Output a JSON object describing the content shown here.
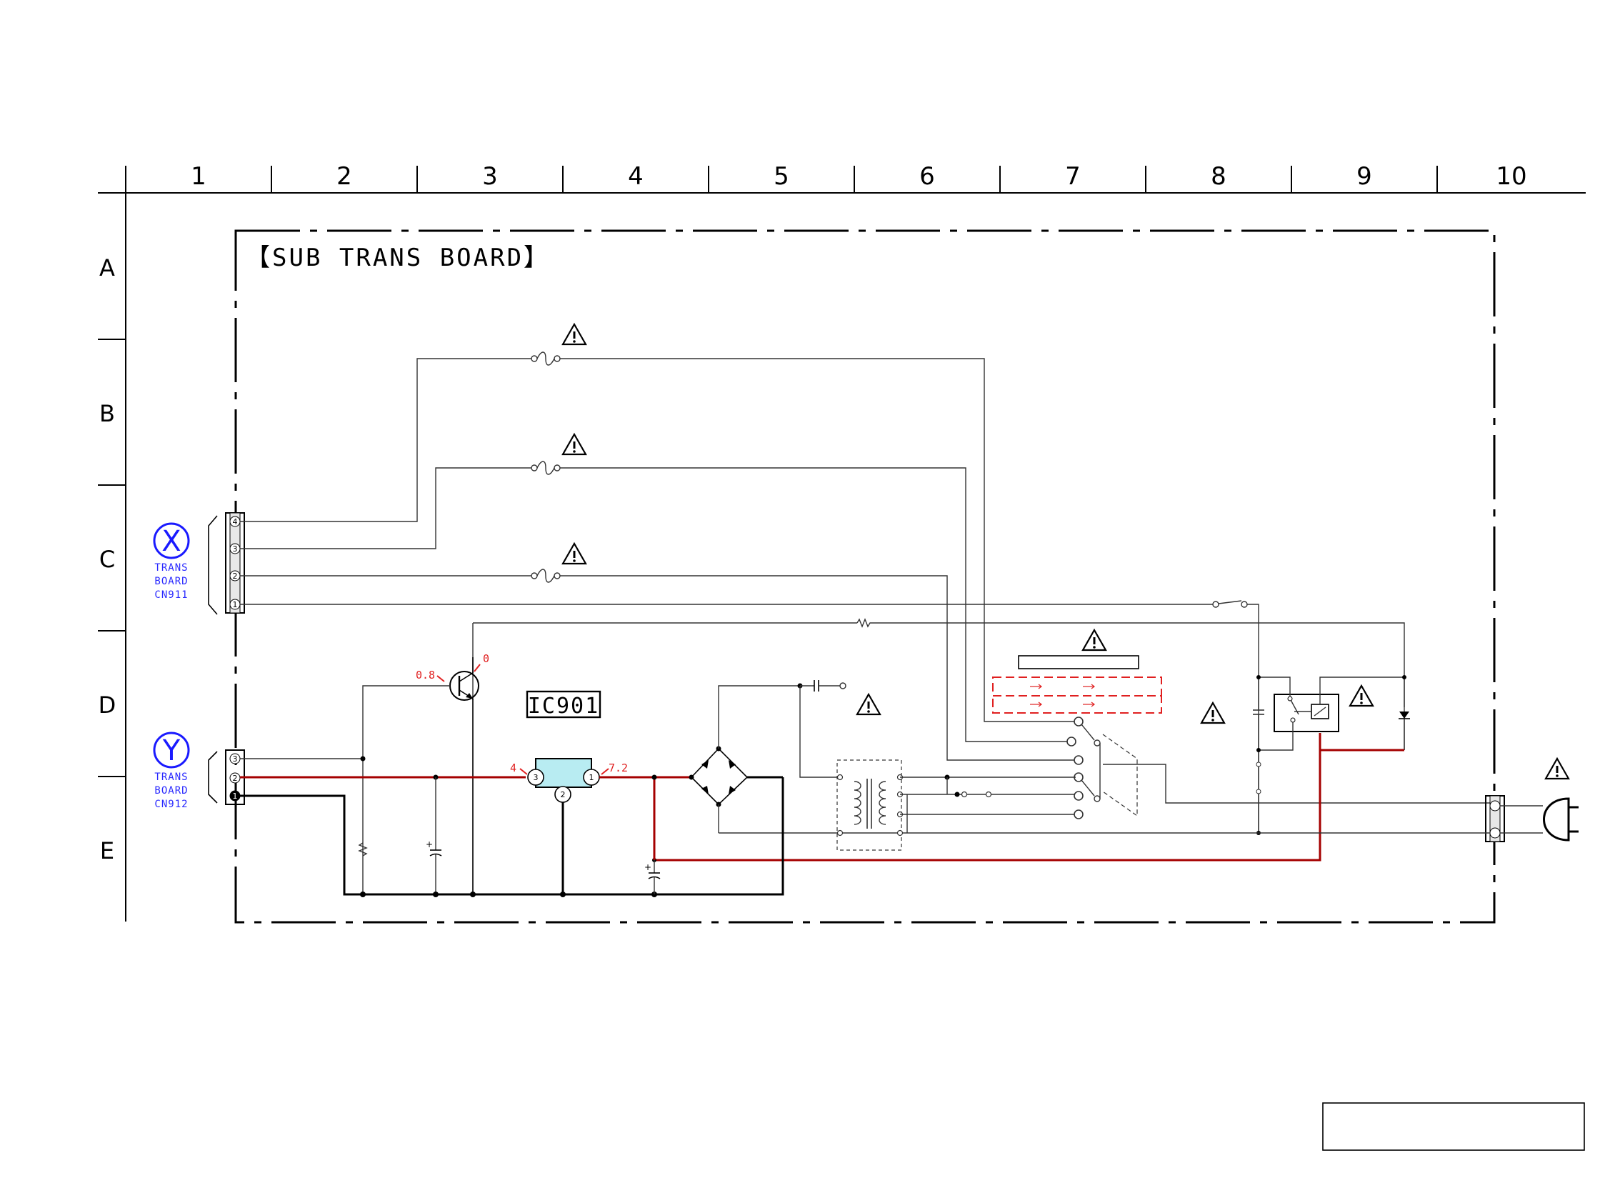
{
  "board": {
    "title": "【SUB TRANS BOARD】",
    "ic_label": "IC901"
  },
  "grid": {
    "columns": [
      "1",
      "2",
      "3",
      "4",
      "5",
      "6",
      "7",
      "8",
      "9",
      "10"
    ],
    "rows": [
      "A",
      "B",
      "C",
      "D",
      "E"
    ]
  },
  "connectors": {
    "x": {
      "letter": "X",
      "line1": "TRANS",
      "line2": "BOARD",
      "line3": "CN911"
    },
    "y": {
      "letter": "Y",
      "line1": "TRANS",
      "line2": "BOARD",
      "line3": "CN912"
    }
  },
  "voltages": {
    "q_base": "0.8",
    "q_collector": "0",
    "ic_pin3": "4",
    "ic_pin1": "7.2"
  },
  "pins": {
    "cn911": [
      "4",
      "3",
      "2",
      "1"
    ],
    "cn912": [
      "3",
      "2",
      "1"
    ],
    "ic": [
      "3",
      "2",
      "1"
    ]
  },
  "colors": {
    "line": "#333333",
    "power_trace": "#a50000",
    "voltage": "#e02020",
    "connector": "#1a1aff",
    "ic_fill": "#b8ecf2"
  }
}
